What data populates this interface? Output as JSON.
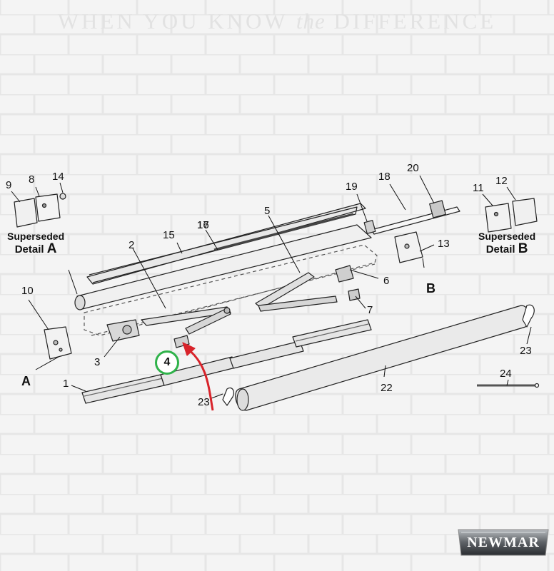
{
  "header": {
    "tagline_pre": "WHEN YOU KNOW",
    "tagline_the": "the",
    "tagline_post": "DIFFERENCE"
  },
  "diagram": {
    "callouts": [
      {
        "id": "part-1",
        "label": "1"
      },
      {
        "id": "part-2",
        "label": "2"
      },
      {
        "id": "part-3",
        "label": "3"
      },
      {
        "id": "part-5",
        "label": "5"
      },
      {
        "id": "part-6",
        "label": "6"
      },
      {
        "id": "part-7",
        "label": "7"
      },
      {
        "id": "part-8",
        "label": "8"
      },
      {
        "id": "part-9",
        "label": "9"
      },
      {
        "id": "part-10",
        "label": "10"
      },
      {
        "id": "part-11",
        "label": "11"
      },
      {
        "id": "part-12",
        "label": "12"
      },
      {
        "id": "part-13",
        "label": "13"
      },
      {
        "id": "part-14",
        "label": "14"
      },
      {
        "id": "part-15",
        "label": "15"
      },
      {
        "id": "part-16",
        "label": "16"
      },
      {
        "id": "part-17",
        "label": "17"
      },
      {
        "id": "part-18",
        "label": "18"
      },
      {
        "id": "part-19",
        "label": "19"
      },
      {
        "id": "part-20",
        "label": "20"
      },
      {
        "id": "part-22",
        "label": "22"
      },
      {
        "id": "part-23a",
        "label": "23"
      },
      {
        "id": "part-23b",
        "label": "23"
      },
      {
        "id": "part-24",
        "label": "24"
      }
    ],
    "highlight": {
      "label": "4",
      "color": "#2fb24a",
      "arrow_color": "#d8232a"
    },
    "detail_a": {
      "line1": "Superseded",
      "line2": "Detail",
      "letter": "A"
    },
    "detail_b": {
      "line1": "Superseded",
      "line2": "Detail",
      "letter": "B"
    },
    "letter_a": "A",
    "letter_b": "B"
  },
  "logo": {
    "text": "NEWMAR"
  }
}
